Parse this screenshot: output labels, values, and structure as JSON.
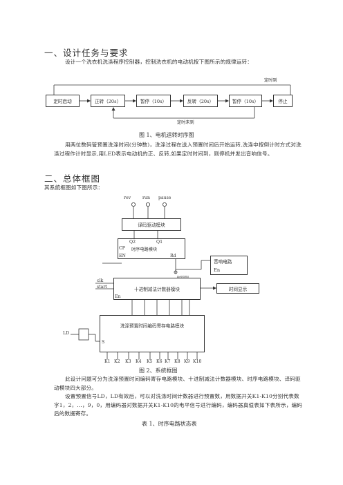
{
  "section1": {
    "heading": "一、设计任务与要求",
    "intro": "设计一个洗衣机洗涤程序控制器，控制洗衣机的电动机按下图所示的规律运转："
  },
  "figure1": {
    "top_label": "定时到",
    "boxes": [
      "定时启动",
      "正转（20s）",
      "暂停（10s）",
      "反转（20s）",
      "暂停（10s）",
      "停止"
    ],
    "bottom_label": "定时未到",
    "caption": "图 1、电机运转时序图"
  },
  "para1": "用两位数码管预置洗涤时间(分钟数)，洗涤过程在送入预置时间后开始运转,洗涤中按倒计时方式对洗涤过程作计时显示,用LED表示电动机的正、反转,如果定时时间到，则停机并发出音响信号。",
  "section2": {
    "heading": "二、总体框图",
    "intro": "其系统框图如下图所示："
  },
  "figure2": {
    "outputs": [
      "rev",
      "run",
      "pause"
    ],
    "decoder": "译码驱动模块",
    "timing": {
      "q2": "Q2",
      "q1": "Q1",
      "cp": "CP",
      "title": "时序电路模块",
      "en": "EN",
      "rd": "Rd"
    },
    "sound": {
      "title": "音响电路",
      "en": "En"
    },
    "time_up": "时间到",
    "counter": {
      "title": "十进制减法计数器模块",
      "clk": "clk",
      "start": "start",
      "en": "En"
    },
    "display": "时间显示",
    "preset": {
      "title": "洗涤预置时间编码寄存电路模块",
      "s": "S"
    },
    "ld": "LD",
    "keys": [
      "K1",
      "K2",
      "K3",
      "K4",
      "K5",
      "K6",
      "K7",
      "K8",
      "K9",
      "K10"
    ],
    "caption": "图 2、系统框图"
  },
  "para2": "此设计问题可分为洗涤预置时间编码寄存电路模块、十进制减法计数器模块、时序电路模块、译码驱动模块四大部分。",
  "para3": "设置预置信号LD，LD有效后，可以对洗涤时间计数器进行预置数，用数据开关K1-K10分别代表数字1，2，…，9，0，用编码器对数据开关K1-K10的电平信号进行编码，编码器真值表如下表所示，编码后的数据寄存。",
  "table1_caption": "表 1、时序电路状态表"
}
